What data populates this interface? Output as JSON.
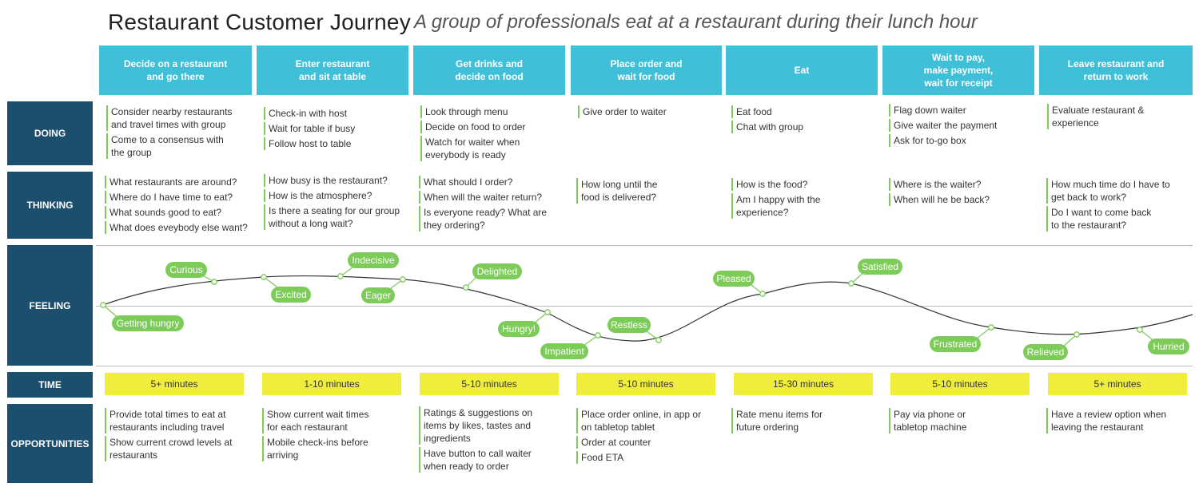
{
  "title": "Restaurant Customer Journey",
  "subtitle": "A group of professionals eat at a restaurant during their lunch hour",
  "colors": {
    "stage": "#3fc0d8",
    "rowlabel": "#1c4e6e",
    "accent": "#7dcc59",
    "time": "#f1ed3d"
  },
  "stages": [
    "Decide on a restaurant\nand go there",
    "Enter restaurant\nand sit at table",
    "Get drinks and\ndecide on food",
    "Place order and\nwait for food",
    "Eat",
    "Wait to pay,\nmake payment,\nwait for receipt",
    "Leave restaurant and\nreturn to work"
  ],
  "row_labels": {
    "doing": "DOING",
    "thinking": "THINKING",
    "feeling": "FEELING",
    "time": "TIME",
    "opportunities": "OPPORTUNITIES"
  },
  "doing": [
    [
      "Consider nearby restaurants\nand travel times with group",
      "Come to a consensus with\nthe group"
    ],
    [
      "Check-in with host",
      "Wait for table if busy",
      "Follow host to table"
    ],
    [
      "Look through menu",
      "Decide on food to order",
      "Watch for waiter when\neverybody is ready"
    ],
    [
      "Give order to waiter"
    ],
    [
      "Eat food",
      "Chat with group"
    ],
    [
      "Flag down waiter",
      "Give waiter the payment",
      "Ask for to-go box"
    ],
    [
      "Evaluate restaurant &\nexperience"
    ]
  ],
  "thinking": [
    [
      "What restaurants are around?",
      "Where do I have time to eat?",
      "What sounds good to eat?",
      "What does eveybody else want?"
    ],
    [
      "How busy is the restaurant?",
      "How is the atmosphere?",
      "Is there a seating for our group\nwithout a long wait?"
    ],
    [
      "What should I order?",
      "When will the waiter return?",
      "Is everyone ready? What are\nthey ordering?"
    ],
    [
      "How long until the\nfood is delivered?"
    ],
    [
      "How is the food?",
      "Am I happy with the\nexperience?"
    ],
    [
      "Where is the waiter?",
      "When will he be back?"
    ],
    [
      "How much time do I have to\nget back to work?",
      "Do I want to come back\nto the restaurant?"
    ]
  ],
  "feelings": [
    "Getting hungry",
    "Curious",
    "Excited",
    "Indecisive",
    "Eager",
    "Delighted",
    "Hungry!",
    "Impatient",
    "Restless",
    "Pleased",
    "Satisfied",
    "Frustrated",
    "Relieved",
    "Hurried"
  ],
  "time": [
    "5+ minutes",
    "1-10 minutes",
    "5-10 minutes",
    "5-10 minutes",
    "15-30 minutes",
    "5-10 minutes",
    "5+ minutes"
  ],
  "opportunities": [
    [
      "Provide total times to eat at\nrestaurants including travel",
      "Show current crowd levels at\nrestaurants"
    ],
    [
      "Show current wait times\nfor each restaurant",
      "Mobile check-ins before\narriving"
    ],
    [
      "Ratings & suggestions on\nitems by likes, tastes and\ningredients",
      "Have button to call waiter\nwhen ready to order"
    ],
    [
      "Place order online, in app or\non tabletop tablet",
      "Order at counter",
      "Food ETA"
    ],
    [
      "Rate menu items for\nfuture ordering"
    ],
    [
      "Pay via phone or\ntabletop machine"
    ],
    [
      "Have a review option when\nleaving the restaurant"
    ]
  ]
}
